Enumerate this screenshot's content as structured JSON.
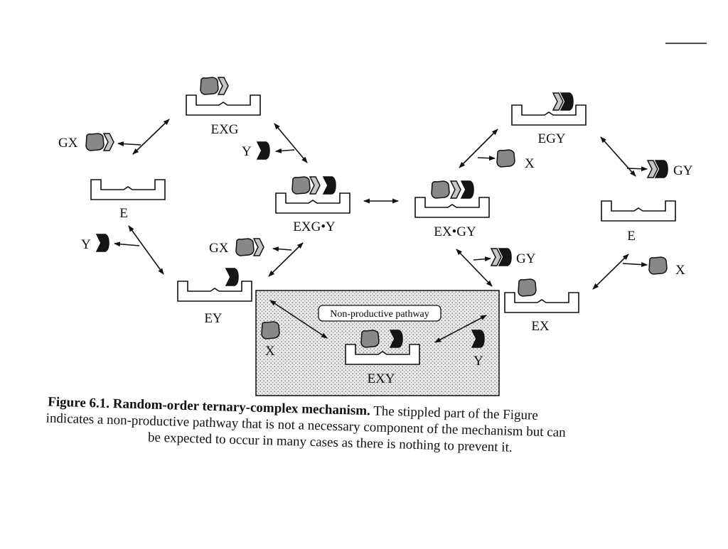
{
  "labels": {
    "exg": "EXG",
    "egy": "EGY",
    "e_left": "E",
    "e_right": "E",
    "exg_y": "EXG•Y",
    "ex_gy": "EX•GY",
    "ey": "EY",
    "ex": "EX",
    "exy": "EXY",
    "gx_left": "GX",
    "gx_lower": "GX",
    "y_upper": "Y",
    "y_left": "Y",
    "x_upper": "X",
    "gy_right": "GY",
    "gy_lower": "GY",
    "x_right": "X",
    "x_inset": "X",
    "y_inset": "Y"
  },
  "nonproductive_label": "Non-productive pathway",
  "caption": {
    "figure_number": "Figure 6.1.",
    "title": "Random-order ternary-complex mechanism.",
    "text_line1": "The stippled part of the Figure",
    "text_line2": "indicates a non-productive pathway that is not a necessary component of the mechanism but can",
    "text_line3": "be expected to occur in many cases as there is nothing to prevent it."
  },
  "colors": {
    "ink": "#111111",
    "ligand_x": "#8a8a8a",
    "ligand_g": "#c4c4c4",
    "ligand_y": "#151515",
    "stipple": "#e7e7e7"
  }
}
